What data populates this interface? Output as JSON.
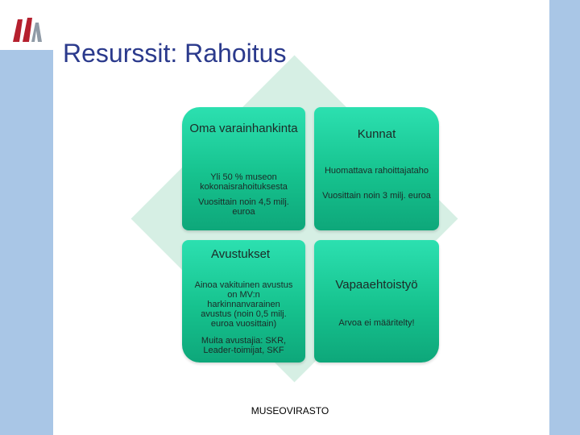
{
  "slide": {
    "title": "Resurssit: Rahoitus",
    "footer": "MUSEOVIRASTO"
  },
  "quadrants": {
    "top_left": {
      "heading": "Oma varainhankinta",
      "line1": "Yli 50 % museon kokonaisrahoituksesta",
      "line2": "Vuosittain noin 4,5 milj. euroa"
    },
    "top_right": {
      "heading": "Kunnat",
      "line1": "Huomattava rahoittajataho",
      "line2": "Vuosittain noin 3 milj. euroa"
    },
    "bottom_left": {
      "heading": "Avustukset",
      "line1": "Ainoa vakituinen avustus on MV:n harkinnanvarainen avustus (noin 0,5 milj. euroa vuosittain)",
      "line2": "Muita avustajia: SKR, Leader-toimijat, SKF"
    },
    "bottom_right": {
      "heading": "Vapaaehtoistyö",
      "line1": "Arvoa ei määritelty!"
    }
  },
  "colors": {
    "title": "#2b3a8c",
    "quad_top": "#2ce0b0",
    "quad_bottom": "#0ea77a",
    "diamond": "#d6efe4",
    "side_band": "#a9c6e6",
    "logo_red": "#b5202e",
    "logo_gray": "#8f9aa6"
  },
  "icons": {
    "logo": "museovirasto-logo"
  }
}
